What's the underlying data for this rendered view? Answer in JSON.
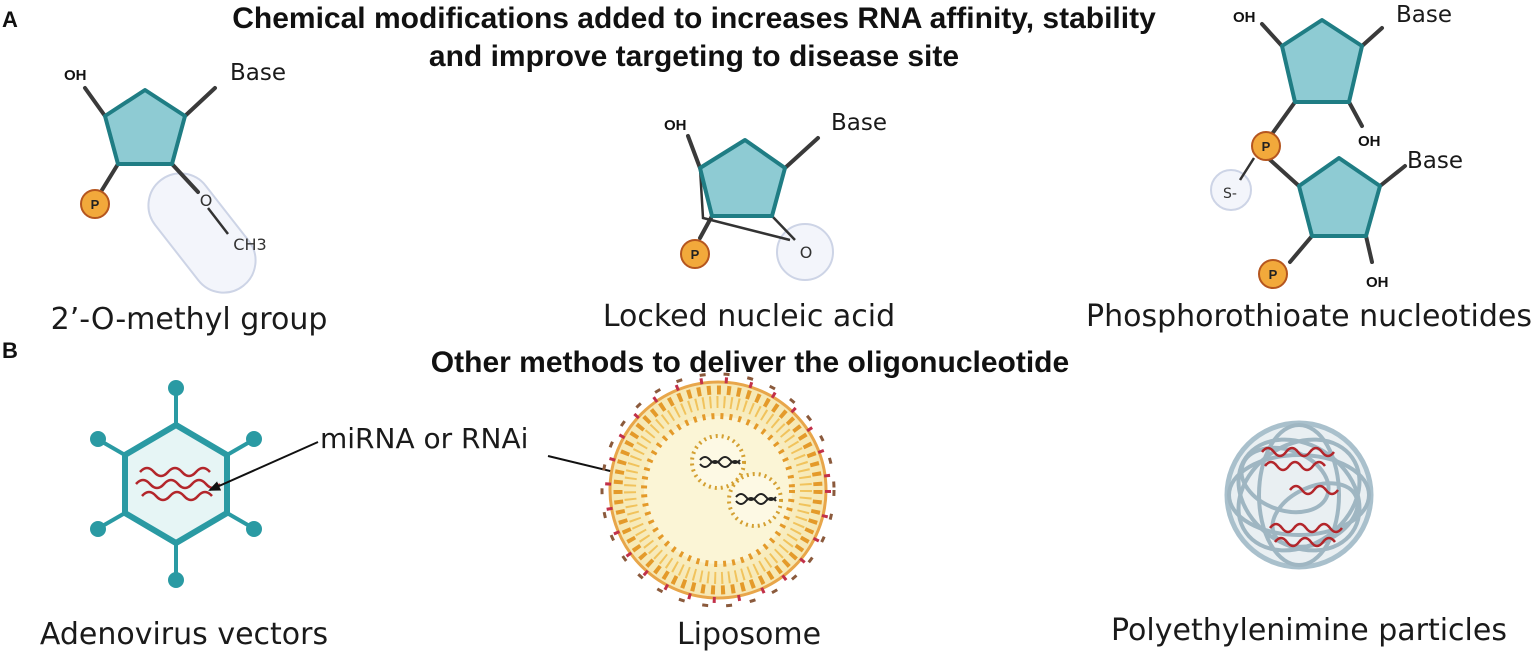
{
  "panel_a": {
    "letter": "A",
    "heading_line1": "Chemical modifications added to increases RNA affinity, stability",
    "heading_line2": "and improve targeting to disease site",
    "methyl": {
      "oh": "OH",
      "base": "Base",
      "p": "P",
      "o": "O",
      "ch3": "CH3",
      "caption": "2’-O-methyl group"
    },
    "lna": {
      "oh": "OH",
      "base": "Base",
      "p": "P",
      "o": "O",
      "caption": "Locked nucleic acid"
    },
    "ps": {
      "oh_top": "OH",
      "base_top": "Base",
      "oh_mid": "OH",
      "p_link": "P",
      "s": "S-",
      "base_bottom": "Base",
      "p_bottom": "P",
      "oh_bottom": "OH",
      "caption": "Phosphorothioate nucleotides"
    }
  },
  "panel_b": {
    "letter": "B",
    "heading": "Other methods  to deliver the oligonucleotide",
    "annotation": "miRNA or  RNAi",
    "adenovirus_caption": "Adenovirus vectors",
    "liposome_caption": "Liposome",
    "pei_caption": "Polyethylenimine particles"
  },
  "colors": {
    "ring_fill": "#8ecbd3",
    "ring_stroke": "#1f7d84",
    "phosphate": "#f2a93b",
    "rna": "#b3262b",
    "adenovirus": "#2a9aa3",
    "pei": "#a9c0cc"
  }
}
